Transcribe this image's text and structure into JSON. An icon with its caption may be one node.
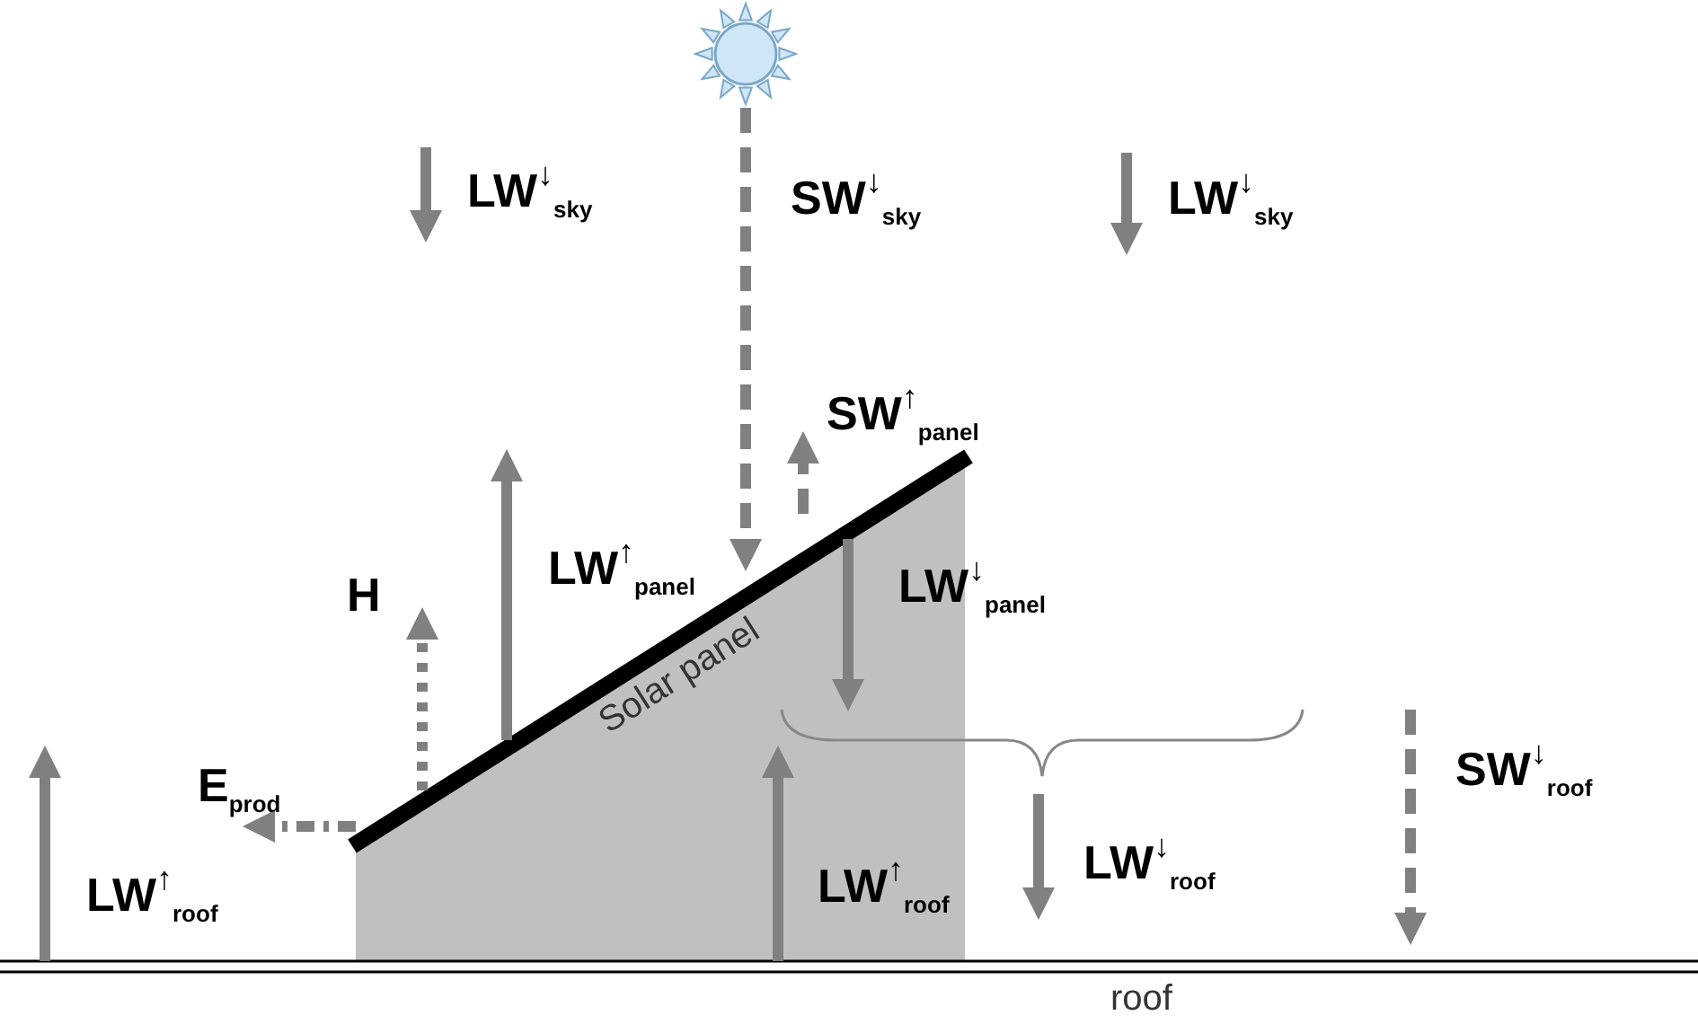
{
  "diagram": {
    "labels": [
      "LW$^{↓}$$_{sky}$",
      "SW$^{↓}$$_{sky}$",
      "LW$^{↓}$$_{sky}$",
      "SW$^{↑}$$_{panel}$",
      "LW$^{↑}$$_{panel}$",
      "H",
      "LW$^{↓}$$_{panel}$",
      "Solar panel",
      "SW$^{↓}$$_{roof}$",
      "E$_{prod}$",
      "LW$^{↑}$$_{roof}$",
      "LW$^{↑}$$_{roof}$",
      "LW$^{↓}$$_{roof}$",
      "roof"
    ]
  }
}
